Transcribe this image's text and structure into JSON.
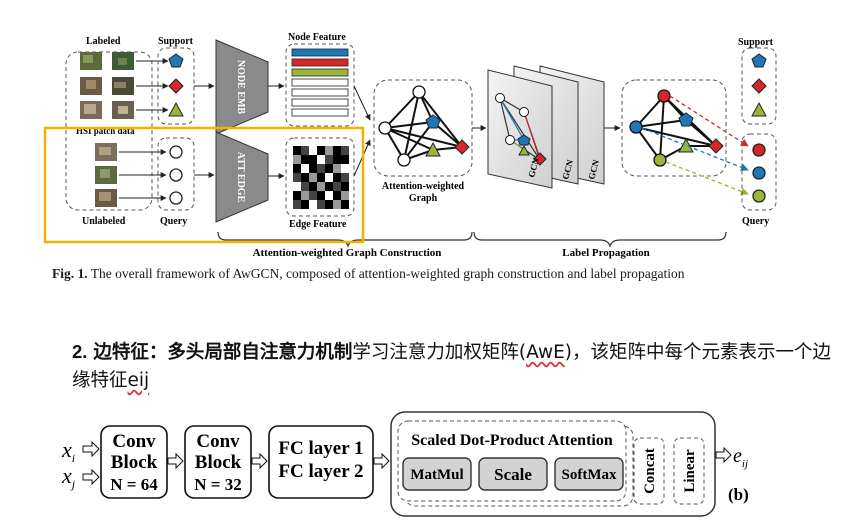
{
  "figure1": {
    "labels": {
      "labeled": "Labeled",
      "support_left": "Support",
      "hsi_patch": "HSI patch data",
      "unlabeled": "Unlabeled",
      "query_left": "Query",
      "node_emb": "NODE EMB",
      "att_edge": "ATT EDGE",
      "node_feature": "Node Feature",
      "edge_feature": "Edge Feature",
      "attention_graph_1": "Attention-weighted",
      "attention_graph_2": "Graph",
      "gcn_1": "GCN",
      "gcn_2": "GCN",
      "gcn_3": "GCN",
      "support_right": "Support",
      "query_right": "Query",
      "brace_left": "Attention-weighted Graph Construction",
      "brace_right": "Label Propagation"
    },
    "colors": {
      "support_blue": "#1f77b4",
      "support_red": "#d62728",
      "support_green": "#9bb53a",
      "highlight_box": "#f0b400",
      "feature_bar_blue": "#1f77b4",
      "feature_bar_red": "#d62728",
      "feature_bar_green": "#9bb53a"
    },
    "caption": {
      "prefix": "Fig. 1.",
      "text": " The overall framework of AwGCN, composed of attention-weighted graph construction and label propagation"
    }
  },
  "description": {
    "number": "2.",
    "bold_part": "边特征：多头局部自注意力机制",
    "normal_1": "学习注意力加权矩阵(",
    "underlined_1": "AwE",
    "normal_2": ")，该矩阵中每个元素表示一个边缘特征",
    "underlined_2": "eij"
  },
  "figure_b": {
    "x_i": "x",
    "x_i_sub": "i",
    "x_j": "x",
    "x_j_sub": "j",
    "conv1_line1": "Conv",
    "conv1_line2": "Block",
    "conv1_line3": "N = 64",
    "conv2_line1": "Conv",
    "conv2_line2": "Block",
    "conv2_line3": "N = 32",
    "fc_line1": "FC layer 1",
    "fc_line2": "FC layer 2",
    "attention_title": "Scaled Dot-Product Attention",
    "matmul": "MatMul",
    "scale": "Scale",
    "softmax": "SoftMax",
    "concat": "Concat",
    "linear": "Linear",
    "output": "e",
    "output_sub": "ij",
    "panel_label": "(b)"
  }
}
